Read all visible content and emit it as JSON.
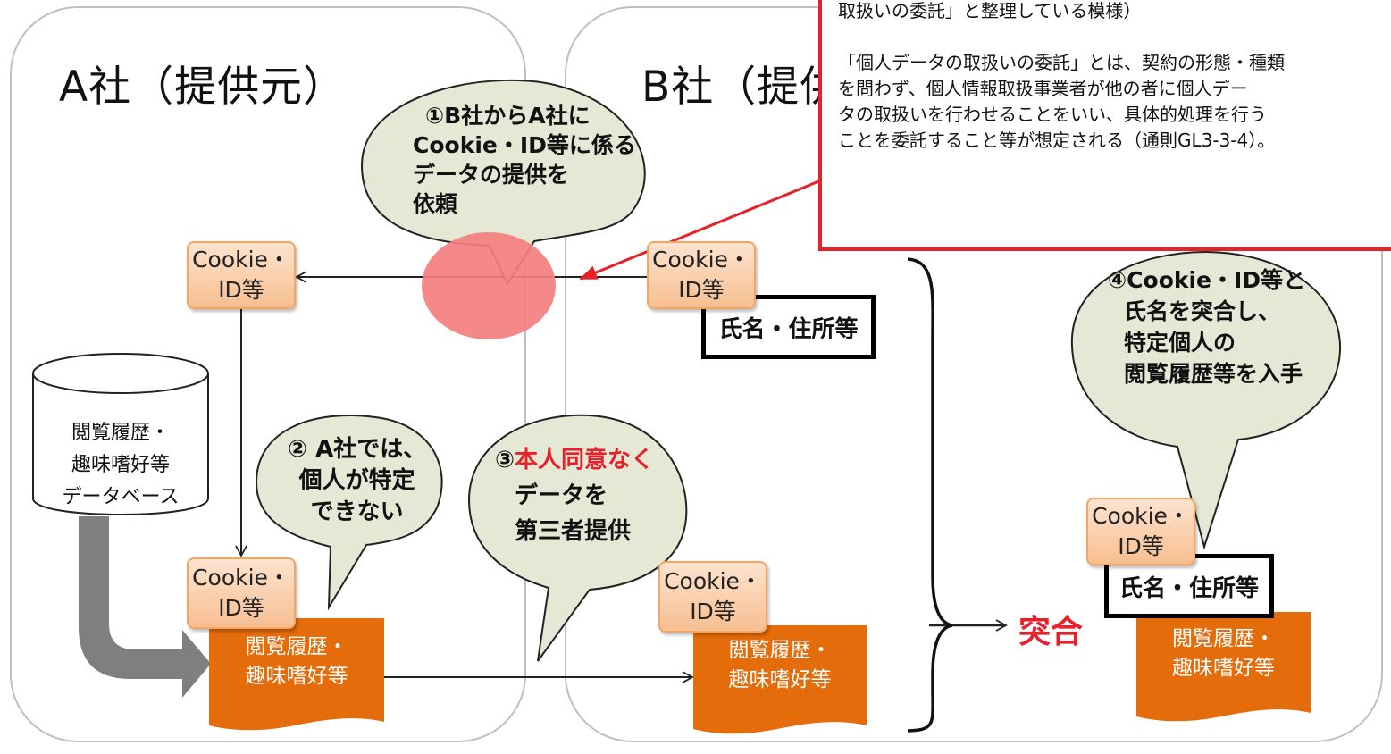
{
  "companies": {
    "a_title": "A社（提供元）",
    "b_title": "B社（提供"
  },
  "callout": {
    "lines": [
      "取扱いの委託」と整理している模様）",
      "",
      "「個人データの取扱いの委託」とは、契約の形態・種類",
      "を問わず、個人情報取扱事業者が他の者に個人デー",
      "タの取扱いを行わせることをいい、具体的処理を行う",
      "ことを委託すること等が想定される（通則GL3-3-4）。"
    ],
    "border_color": "#e8202a"
  },
  "bubbles": {
    "step1": [
      "①B社からA社に",
      "Cookie・ID等に係る",
      "データの提供を",
      "依頼"
    ],
    "step2": [
      "② A社では、",
      "個人が特定",
      "できない"
    ],
    "step3": {
      "prefix": "③",
      "highlight": "本人同意なく",
      "lines": [
        "データを",
        "第三者提供"
      ]
    },
    "step4": [
      "④Cookie・ID等と",
      "氏名を突合し、",
      "特定個人の",
      "閲覧履歴等を入手"
    ]
  },
  "cookie_label": [
    "Cookie・",
    "ID等"
  ],
  "name_address": "氏名・住所等",
  "browsing_history": [
    "閲覧履歴・",
    "趣味嗜好等"
  ],
  "database": [
    "閲覧履歴・",
    "趣味嗜好等",
    "データベース"
  ],
  "match_label": "突合",
  "colors": {
    "bubble_fill": "#e4e8d4",
    "cookie_fill": "#f9c9a0",
    "document_fill": "#e46c0a",
    "highlight_circle": "#f47f7f",
    "accent_red": "#e8202a"
  }
}
